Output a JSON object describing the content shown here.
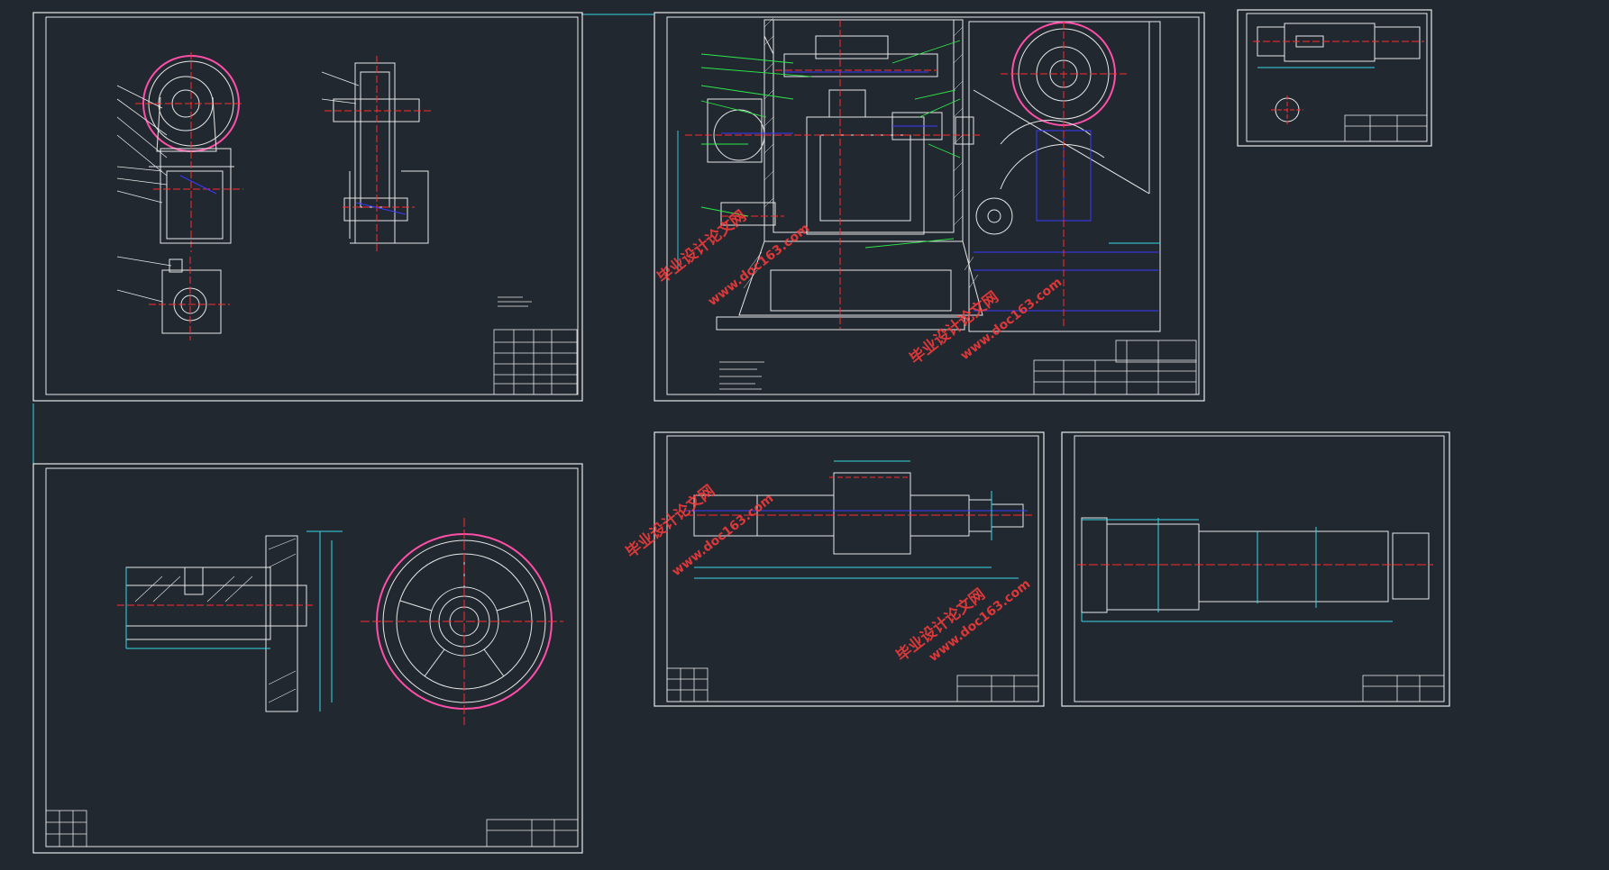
{
  "watermarks": {
    "cn": "毕业设计论文网",
    "url": "www.doc163.com"
  },
  "colors": {
    "background": "#212830",
    "frame": "#e8e8e8",
    "centerline": "#ff2b2b",
    "dimension": "#36d6e6",
    "leader": "#2ee84a",
    "hidden": "#3a3aff",
    "ring": "#ff4fa8",
    "yellow": "#e6e63a",
    "watermark": "#ff3b3b"
  },
  "sheets": [
    {
      "id": "sheet-1",
      "content": "transmission-assembly-views"
    },
    {
      "id": "sheet-2",
      "content": "press-main-assembly"
    },
    {
      "id": "sheet-3",
      "content": "shaft-with-key-detail"
    },
    {
      "id": "sheet-4",
      "content": "flywheel-section-and-plan"
    },
    {
      "id": "sheet-5",
      "content": "crankshaft"
    },
    {
      "id": "sheet-6",
      "content": "stepped-shaft"
    }
  ]
}
